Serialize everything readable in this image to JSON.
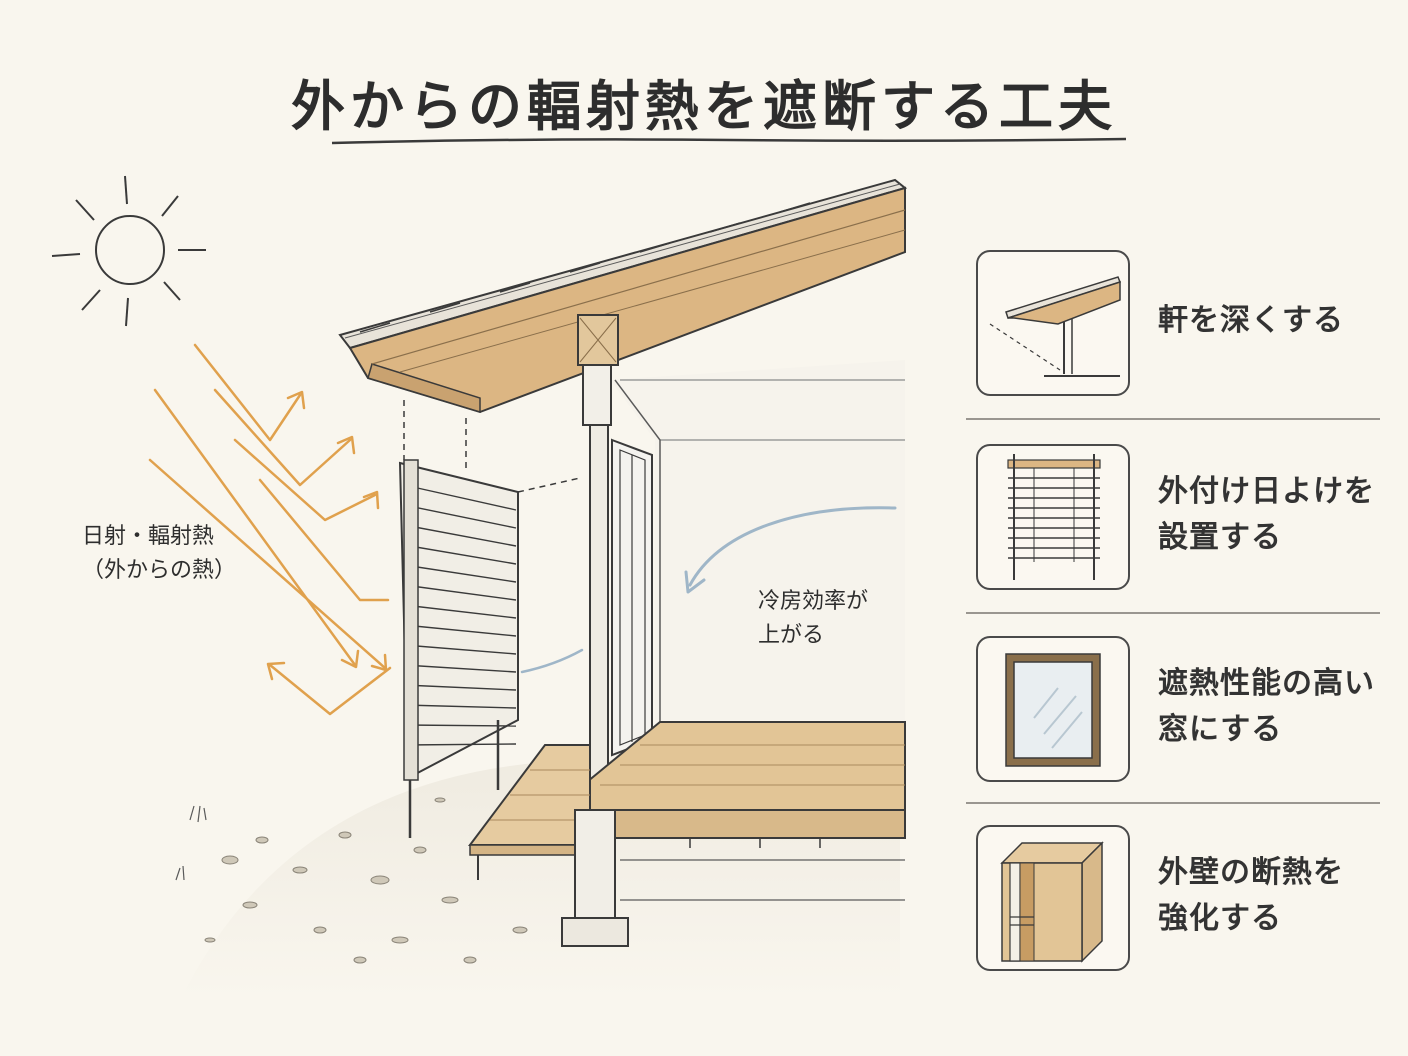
{
  "title": "外からの輻射熱を遮断する工夫",
  "labels": {
    "radiation_line1": "日射・輻射熱",
    "radiation_line2": "（外からの熱）",
    "cooling_line1": "冷房効率が",
    "cooling_line2": "上がる"
  },
  "measures": [
    {
      "lines": [
        "軒を深くする"
      ],
      "icon": "deep-eaves-icon"
    },
    {
      "lines": [
        "外付け日よけを",
        "設置する"
      ],
      "icon": "external-blind-icon"
    },
    {
      "lines": [
        "遮熱性能の高い",
        "窓にする"
      ],
      "icon": "heat-shield-window-icon"
    },
    {
      "lines": [
        "外壁の断熱を",
        "強化する"
      ],
      "icon": "wall-insulation-icon"
    }
  ],
  "colors": {
    "background": "#f9f6ee",
    "heat_arrow": "#e0a14d",
    "wood": "#dcb683",
    "air_flow": "#9fb6c8",
    "ink": "#3a3a3a"
  }
}
